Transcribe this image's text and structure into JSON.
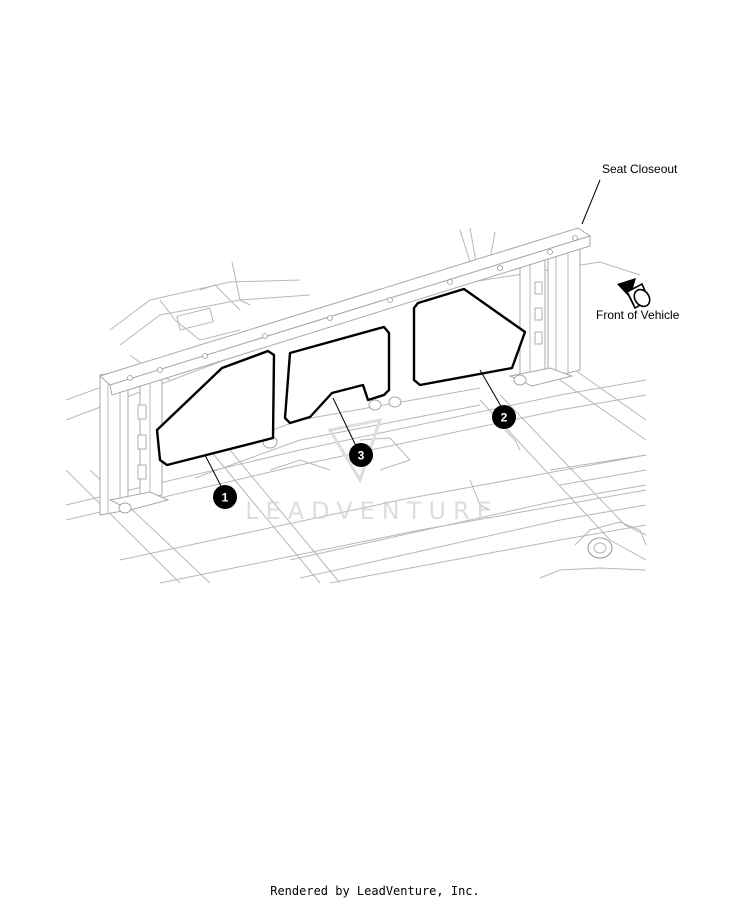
{
  "labels": {
    "seat_closeout": "Seat Closeout",
    "front_of_vehicle": "Front of Vehicle"
  },
  "callouts": [
    "1",
    "2",
    "3"
  ],
  "watermark": "LEADVENTURE",
  "footer": "Rendered by LeadVenture, Inc."
}
